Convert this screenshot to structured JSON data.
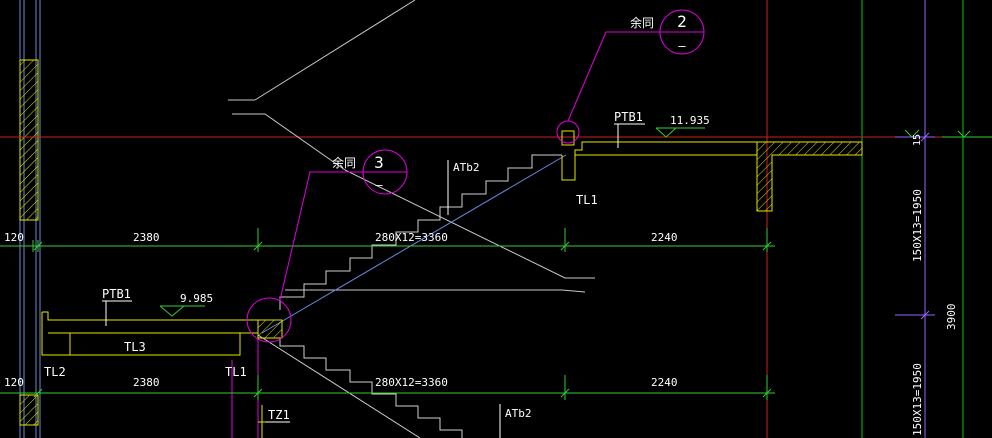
{
  "drawing": {
    "background": "#000000",
    "colors": {
      "outline": "#e6e600",
      "dimension": "#33cc33",
      "leader": "#e000e0",
      "reference_line": "#cc2020",
      "grid": "#00cc00",
      "thin": "#d0d0d0",
      "section_line": "#6688dd",
      "axis": "#9966ff",
      "text": "#ffffff"
    },
    "callout_upper": {
      "note": "余同",
      "number": "2",
      "sub": "—"
    },
    "callout_middle": {
      "note": "余同",
      "number": "3",
      "sub": "—"
    },
    "labels": {
      "ptb1_upper": "PTB1",
      "ptb1_lower": "PTB1",
      "atb2_upper": "ATb2",
      "atb2_lower": "ATb2",
      "tl1_upper": "TL1",
      "tl1_lower": "TL1",
      "tl2": "TL2",
      "tl3": "TL3",
      "tz1": "TZ1"
    },
    "elevations": {
      "upper": "11.935",
      "lower": "9.985"
    },
    "dimensions_upper": {
      "left_edge": "120",
      "d1": "2380",
      "d2": "280X12=3360",
      "d3": "2240"
    },
    "dimensions_lower": {
      "left_edge": "120",
      "d1": "2380",
      "d2": "280X12=3360",
      "d3": "2240"
    },
    "vertical_dimensions": {
      "upper_flight": "150X13=1950",
      "lower_flight": "150X13=1950",
      "total": "3900",
      "small": "15"
    }
  }
}
